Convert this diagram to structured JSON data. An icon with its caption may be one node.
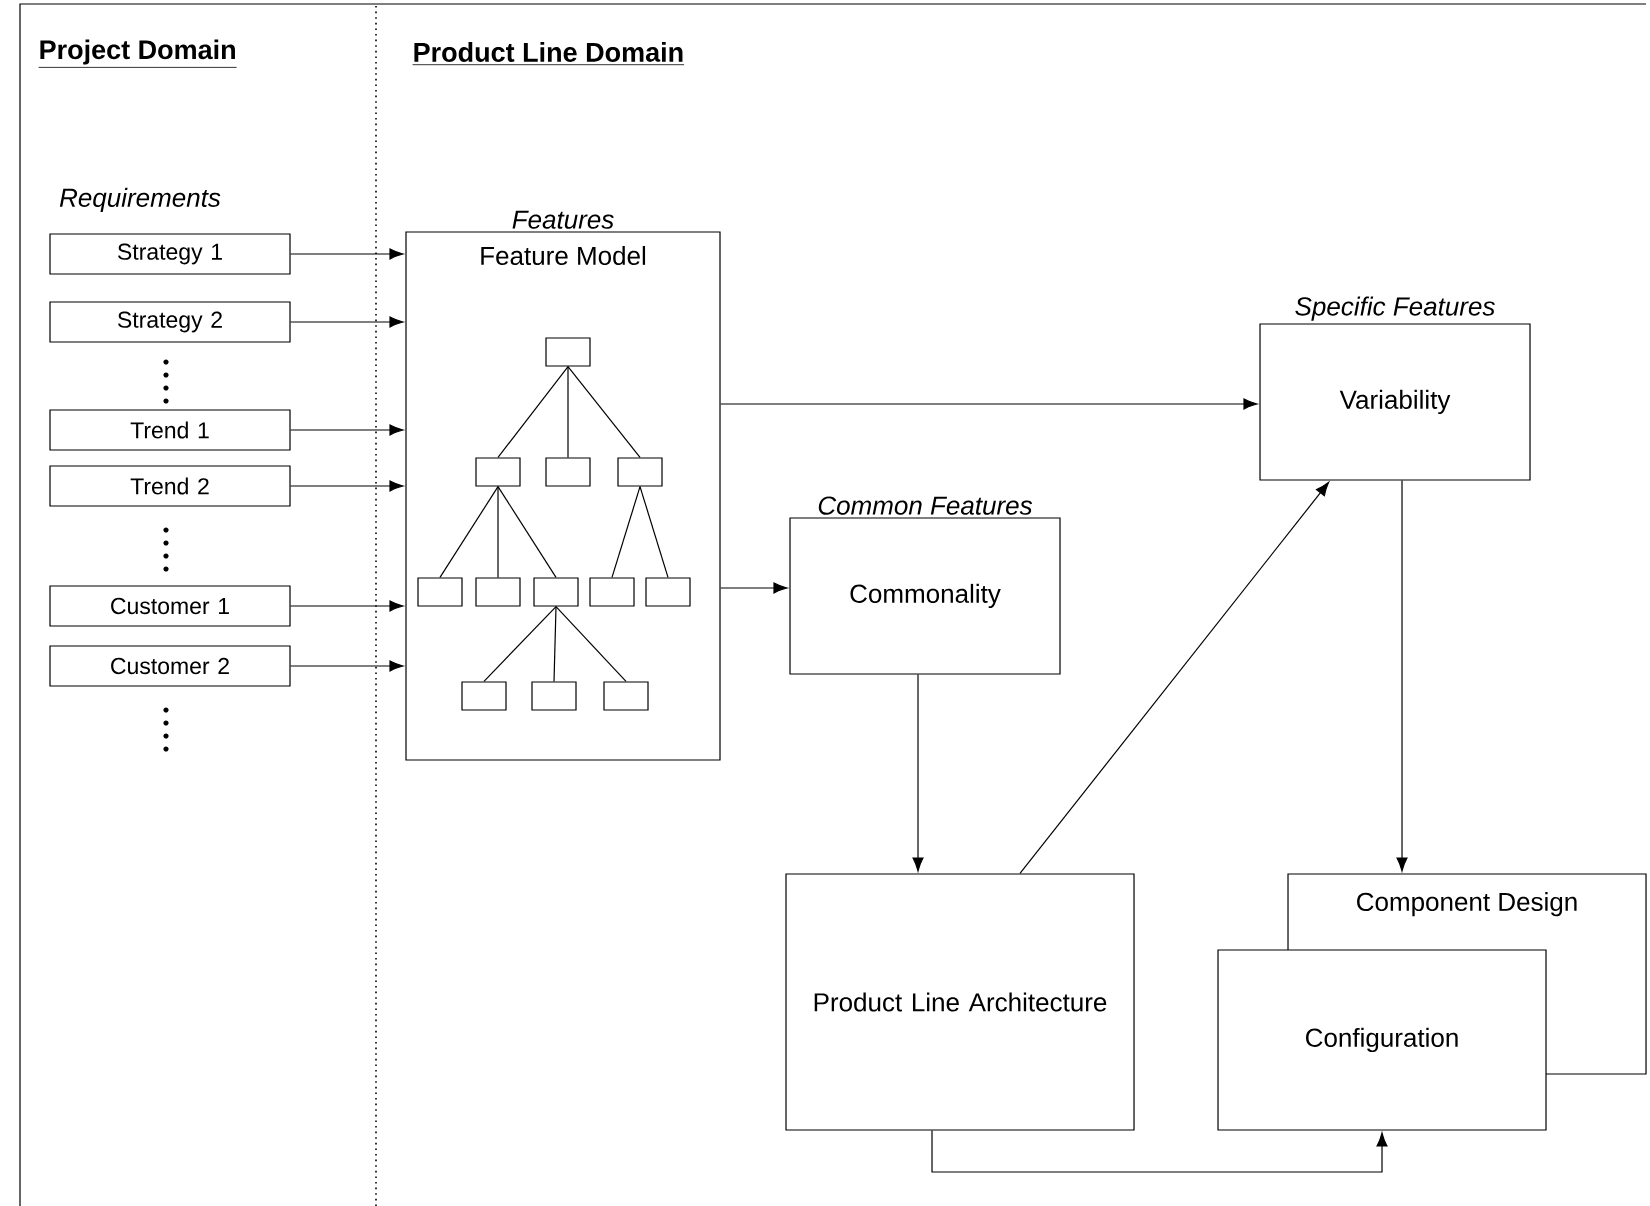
{
  "diagram": {
    "nodes": [
      {
        "text": [
          "Strategy 1"
        ]
      },
      {
        "text": [
          "Strategy 2"
        ]
      },
      {
        "text": [
          "Trend 1"
        ]
      },
      {
        "text": [
          "Trend 2"
        ]
      },
      {
        "text": [
          "Customer 1"
        ]
      },
      {
        "text": [
          "Customer 2"
        ]
      },
      {
        "text": [
          "Features",
          "Feature Model"
        ]
      },
      {
        "text": [],
        "shape": "box",
        "in": 6
      },
      {
        "text": [],
        "shape": "box",
        "in": 6
      },
      {
        "text": [],
        "shape": "box",
        "in": 6
      },
      {
        "text": [],
        "shape": "box",
        "in": 6
      },
      {
        "text": [],
        "shape": "box",
        "in": 6
      },
      {
        "text": [],
        "shape": "box",
        "in": 6
      },
      {
        "text": [],
        "shape": "box",
        "in": 6
      },
      {
        "text": [],
        "shape": "box",
        "in": 6
      },
      {
        "text": [],
        "shape": "box",
        "in": 6
      },
      {
        "text": [],
        "shape": "box",
        "in": 6
      },
      {
        "text": [],
        "shape": "box",
        "in": 6
      },
      {
        "text": [],
        "shape": "box",
        "in": 6
      },
      {
        "text": [
          "Common Features",
          "Commonality"
        ]
      },
      {
        "text": [
          "Specific Features",
          "Variability"
        ]
      },
      {
        "text": [
          "Product Line Architecture"
        ]
      },
      {
        "text": [
          "Component Design"
        ]
      },
      {
        "text": [
          "Configuration"
        ]
      }
    ],
    "edges": [
      {
        "from": 0,
        "to": 6,
        "arrow": "to"
      },
      {
        "from": 1,
        "to": 6,
        "arrow": "to"
      },
      {
        "from": 2,
        "to": 6,
        "arrow": "to"
      },
      {
        "from": 3,
        "to": 6,
        "arrow": "to"
      },
      {
        "from": 4,
        "to": 6,
        "arrow": "to"
      },
      {
        "from": 5,
        "to": 6,
        "arrow": "to"
      },
      {
        "from": 7,
        "to": 8,
        "arrow": "none"
      },
      {
        "from": 7,
        "to": 9,
        "arrow": "none"
      },
      {
        "from": 7,
        "to": 10,
        "arrow": "none"
      },
      {
        "from": 8,
        "to": 11,
        "arrow": "none"
      },
      {
        "from": 8,
        "to": 12,
        "arrow": "none"
      },
      {
        "from": 8,
        "to": 13,
        "arrow": "none"
      },
      {
        "from": 10,
        "to": 14,
        "arrow": "none"
      },
      {
        "from": 10,
        "to": 15,
        "arrow": "none"
      },
      {
        "from": 13,
        "to": 16,
        "arrow": "none"
      },
      {
        "from": 13,
        "to": 17,
        "arrow": "none"
      },
      {
        "from": 13,
        "to": 18,
        "arrow": "none"
      },
      {
        "from": 6,
        "to": 20,
        "arrow": "to"
      },
      {
        "from": 6,
        "to": 19,
        "arrow": "to"
      },
      {
        "from": 19,
        "to": 21,
        "arrow": "to"
      },
      {
        "from": 21,
        "to": 20,
        "arrow": "to"
      },
      {
        "from": 20,
        "to": 22,
        "arrow": "to"
      },
      {
        "from": 21,
        "to": 23,
        "arrow": "to"
      }
    ],
    "labels": [
      "Project Domain",
      "Product Line Domain",
      "Requirements"
    ]
  }
}
